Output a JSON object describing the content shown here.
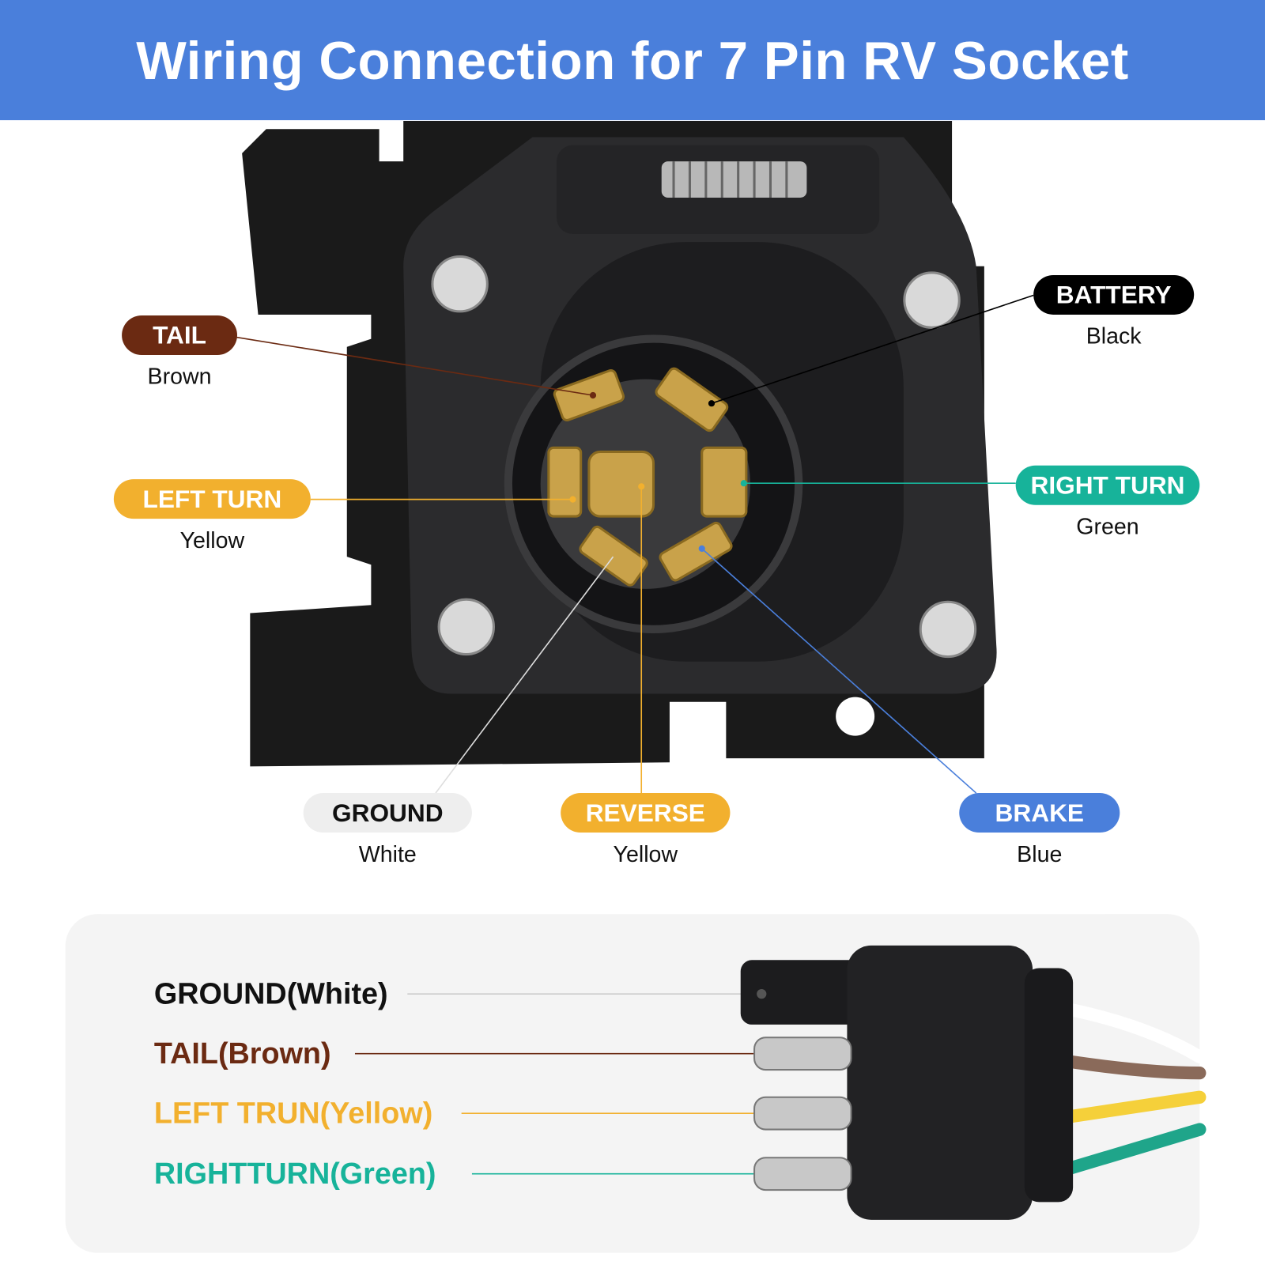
{
  "title": "Wiring Connection for 7 Pin RV Socket",
  "pins": [
    {
      "id": "tail",
      "label": "TAIL",
      "color_name": "Brown",
      "color": "#6B2A12",
      "text_color": "#ffffff"
    },
    {
      "id": "left-turn",
      "label": "LEFT TURN",
      "color_name": "Yellow",
      "color": "#F2B02E",
      "text_color": "#ffffff"
    },
    {
      "id": "battery",
      "label": "BATTERY",
      "color_name": "Black",
      "color": "#000000",
      "text_color": "#ffffff"
    },
    {
      "id": "right-turn",
      "label": "RIGHT TURN",
      "color_name": "Green",
      "color": "#17B39A",
      "text_color": "#ffffff"
    },
    {
      "id": "ground",
      "label": "GROUND",
      "color_name": "White",
      "color": "#EEEEEE",
      "text_color": "#111111"
    },
    {
      "id": "reverse",
      "label": "REVERSE",
      "color_name": "Yellow",
      "color": "#F2B02E",
      "text_color": "#ffffff"
    },
    {
      "id": "brake",
      "label": "BRAKE",
      "color_name": "Blue",
      "color": "#4A7FDB",
      "text_color": "#ffffff"
    }
  ],
  "connector": [
    {
      "label": "GROUND(White)",
      "color": "#111111"
    },
    {
      "label": "TAIL(Brown)",
      "color": "#6B2A12"
    },
    {
      "label": "LEFT TRUN(Yellow)",
      "color": "#F2B02E"
    },
    {
      "label": "RIGHTTURN(Green)",
      "color": "#17B39A"
    }
  ]
}
